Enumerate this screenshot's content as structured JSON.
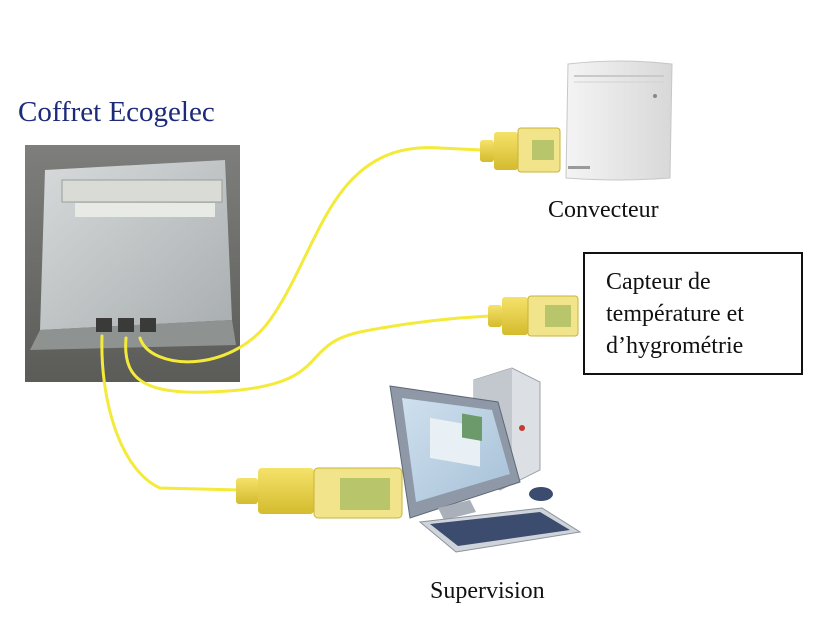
{
  "labels": {
    "box_title": "Coffret Ecogelec",
    "convector": "Convecteur",
    "sensor_line1": "Capteur de",
    "sensor_line2": "température et",
    "sensor_line3": "d’hygrométrie",
    "supervision": "Supervision"
  },
  "colors": {
    "cable": "#f3ea3a",
    "connector": "#e9d44a",
    "title": "#1c2a7a"
  },
  "icons": {
    "box": "electrical-cabinet-photo",
    "convector": "convector-heater-image",
    "computer": "desktop-computer-image",
    "connector": "rj45-connector"
  }
}
